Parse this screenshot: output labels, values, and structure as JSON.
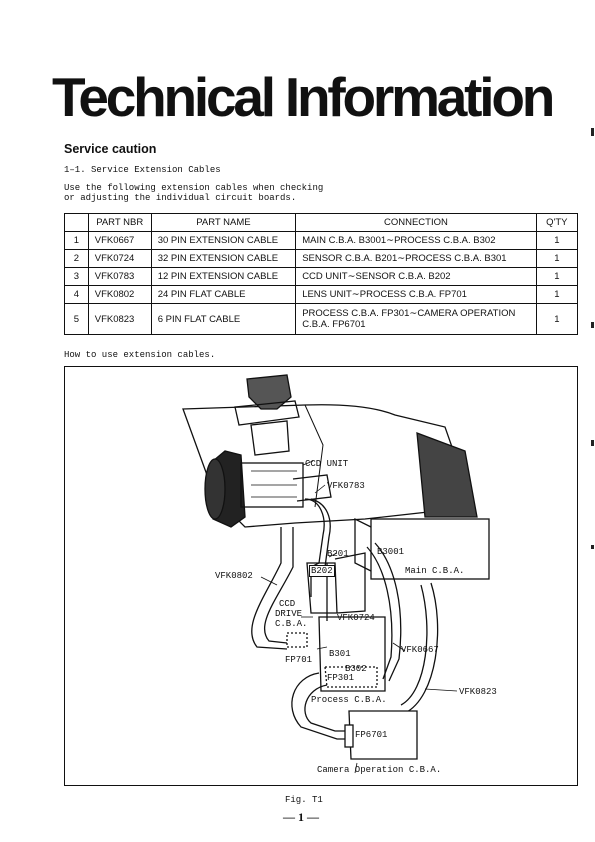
{
  "page_title": "Technical Information",
  "section_heading": "Service caution",
  "subsection": "1–1. Service Extension Cables",
  "intro": "Use the following extension cables when checking or adjusting the individual circuit boards.",
  "table": {
    "headers": [
      "",
      "PART NBR",
      "PART NAME",
      "CONNECTION",
      "Q'TY"
    ],
    "rows": [
      {
        "no": "1",
        "part_nbr": "VFK0667",
        "part_name": "30 PIN EXTENSION CABLE",
        "connection": "MAIN C.B.A. B3001∼PROCESS C.B.A. B302",
        "qty": "1"
      },
      {
        "no": "2",
        "part_nbr": "VFK0724",
        "part_name": "32 PIN EXTENSION CABLE",
        "connection": "SENSOR C.B.A. B201∼PROCESS C.B.A. B301",
        "qty": "1"
      },
      {
        "no": "3",
        "part_nbr": "VFK0783",
        "part_name": "12 PIN EXTENSION CABLE",
        "connection": "CCD UNIT∼SENSOR C.B.A. B202",
        "qty": "1"
      },
      {
        "no": "4",
        "part_nbr": "VFK0802",
        "part_name": "24 PIN FLAT CABLE",
        "connection": "LENS UNIT∼PROCESS C.B.A. FP701",
        "qty": "1"
      },
      {
        "no": "5",
        "part_nbr": "VFK0823",
        "part_name": "6 PIN FLAT CABLE",
        "connection": "PROCESS C.B.A. FP301∼CAMERA OPERATION C.B.A. FP6701",
        "qty": "1"
      }
    ]
  },
  "figure_intro": "How to use extension cables.",
  "figure_labels": {
    "ccd_unit": "CCD UNIT",
    "vfk0783": "VFK0783",
    "b201": "B201",
    "b3001": "B3001",
    "b202": "B202",
    "main_cba": "Main C.B.A.",
    "vfk0802": "VFK0802",
    "ccd_drive_1": "CCD",
    "ccd_drive_2": "DRIVE",
    "ccd_drive_3": "C.B.A.",
    "vfk0724": "VFK0724",
    "vfk0667": "VFK0667",
    "fp701": "FP701",
    "b301": "B301",
    "b302": "B302",
    "fp301": "FP301",
    "process_cba": "Process C.B.A.",
    "vfk0823": "VFK0823",
    "fp6701": "FP6701",
    "camera_op_cba": "Camera Operation C.B.A."
  },
  "figure_caption": "Fig. T1",
  "page_number": "— 1 —"
}
